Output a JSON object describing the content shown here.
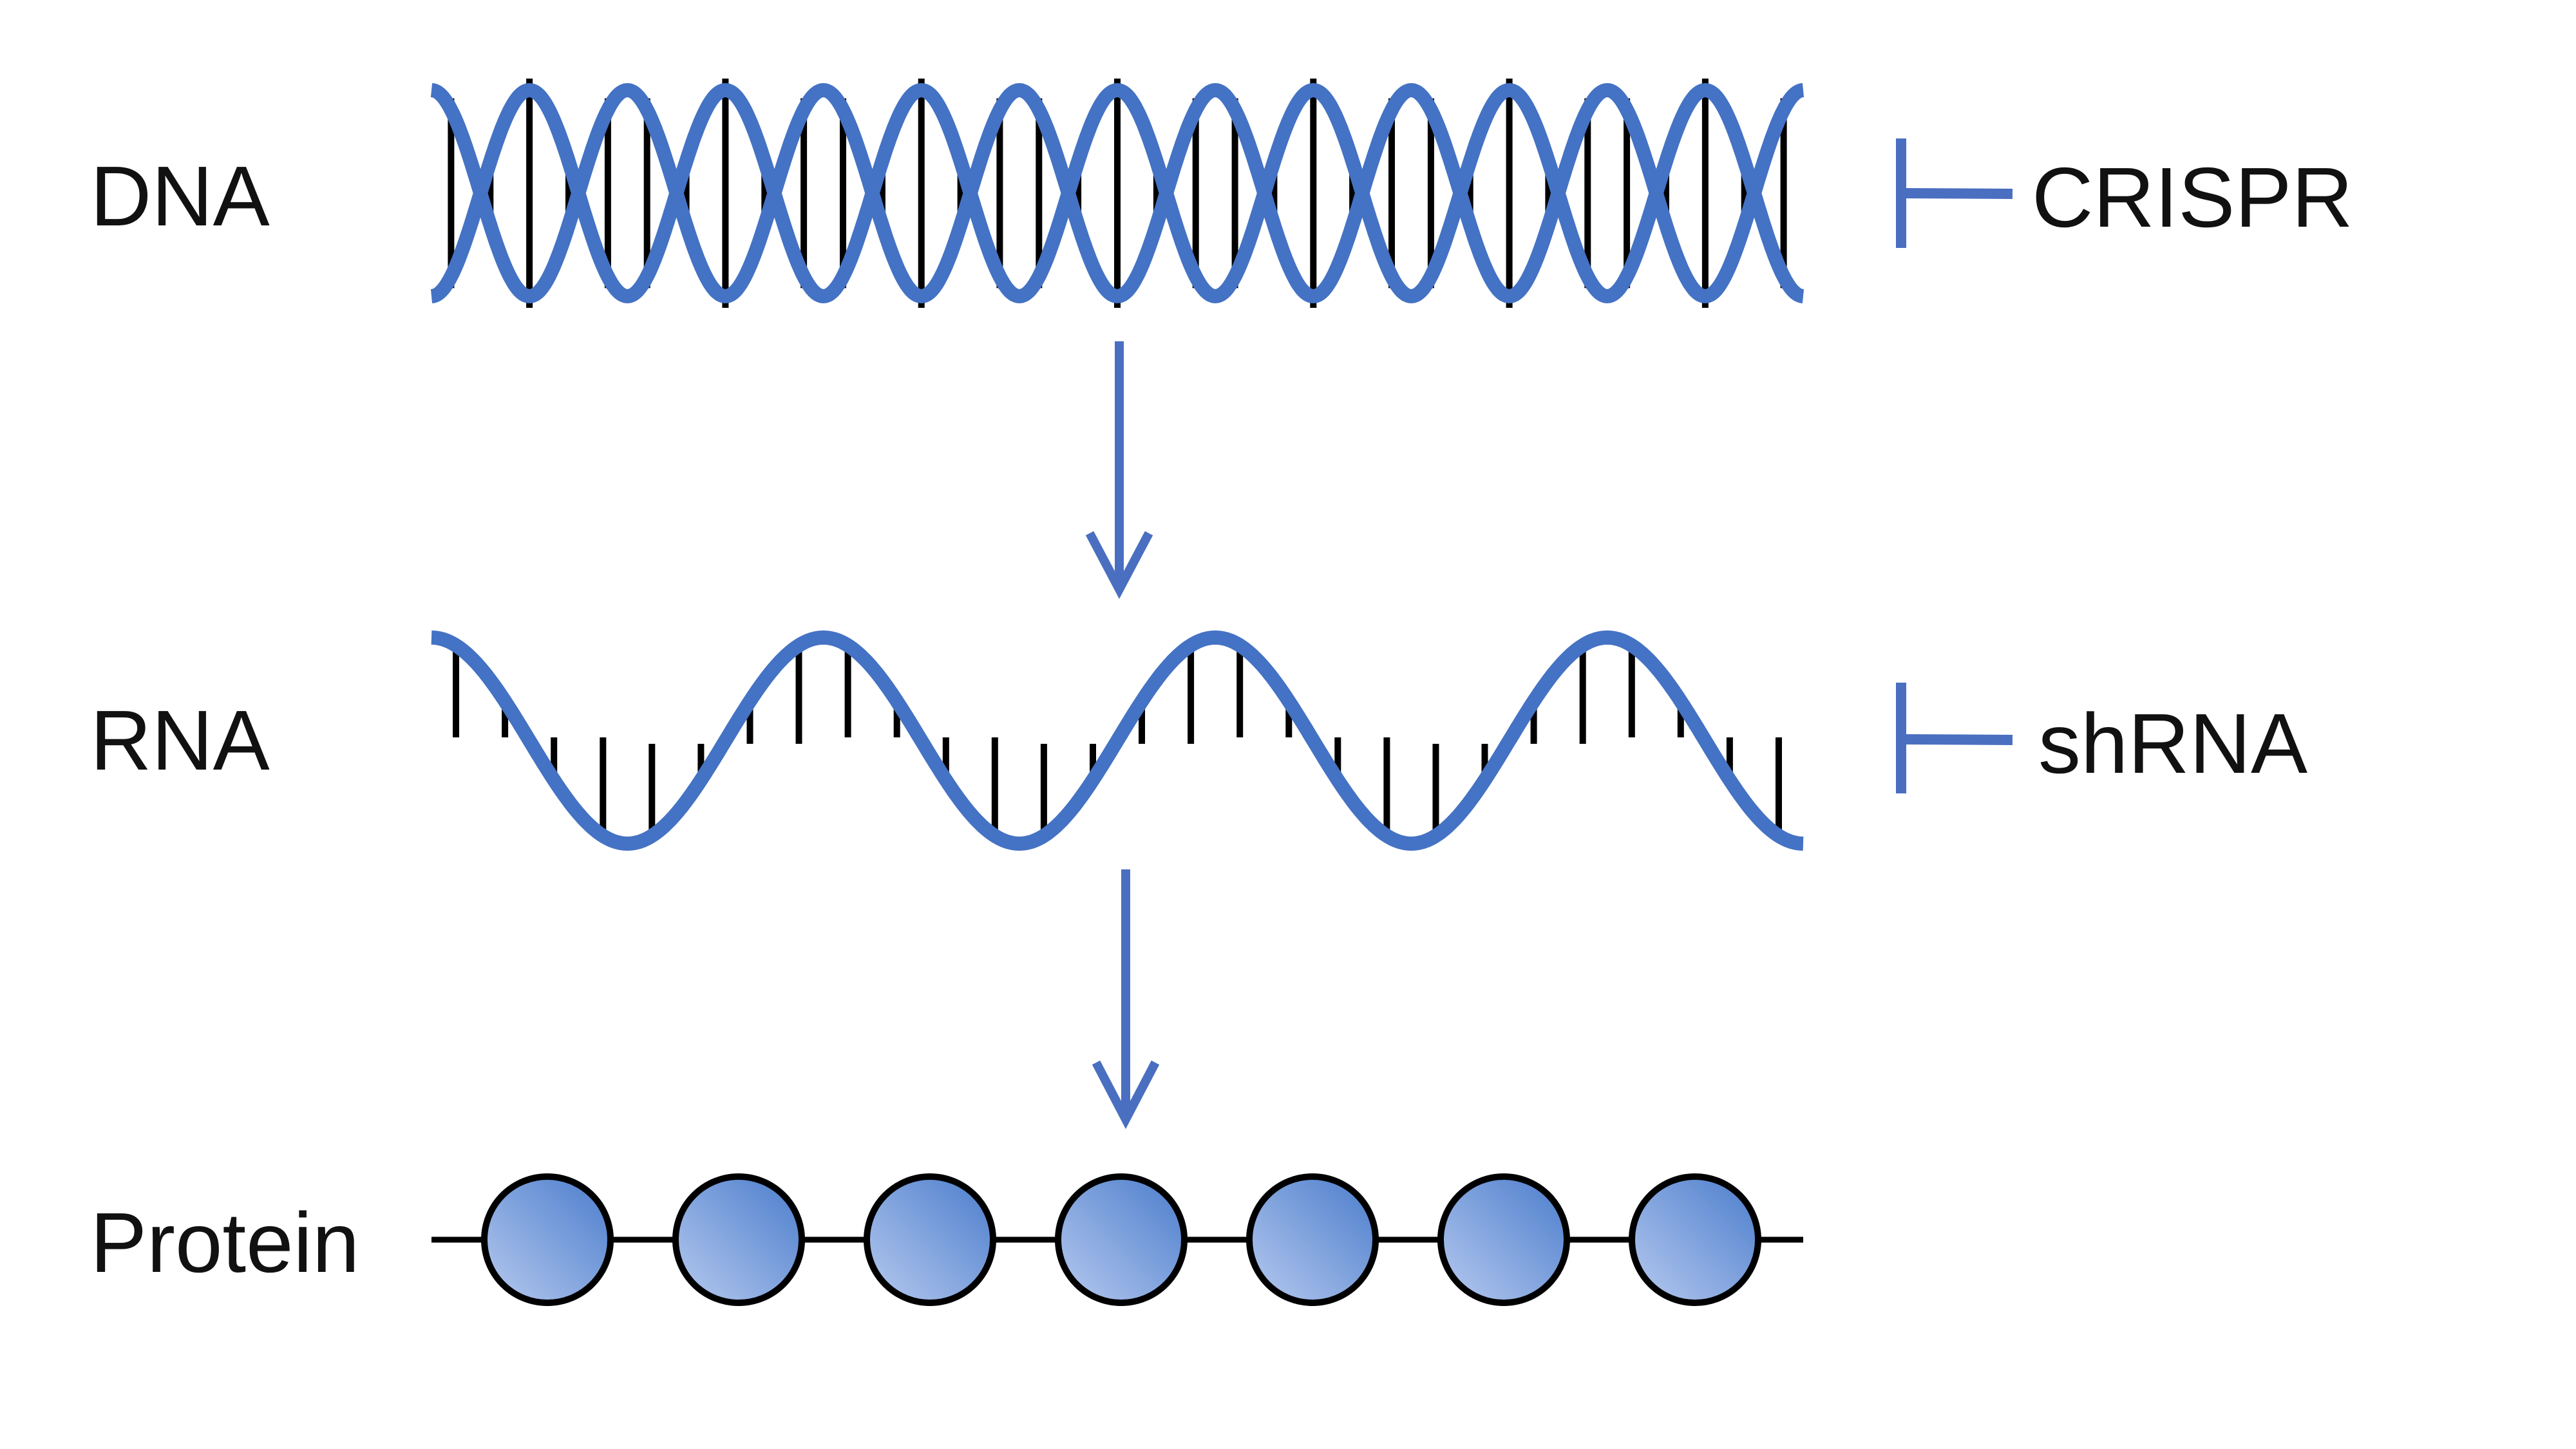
{
  "labels": {
    "dna": "DNA",
    "rna": "RNA",
    "protein": "Protein",
    "crispr": "CRISPR",
    "shrna": "shRNA"
  },
  "colors": {
    "strand": "#4472c4",
    "arrow": "#4a6fc1",
    "bead_light": "#b7caef",
    "bead_dark": "#4a7ccc",
    "line": "#000000"
  },
  "structure": {
    "dna_turns": 7,
    "rna_waves": 3.5,
    "protein_beads": 7
  }
}
